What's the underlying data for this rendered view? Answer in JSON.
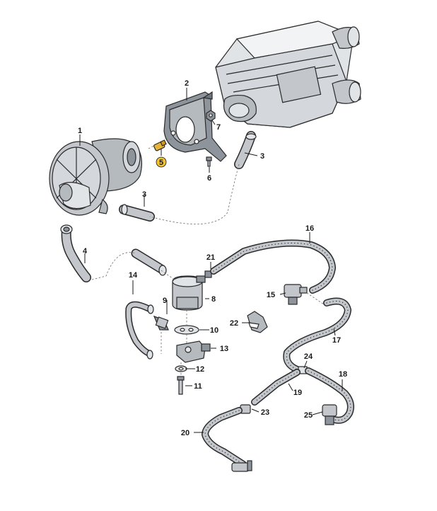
{
  "colors": {
    "part_fill": "#c3c7cc",
    "part_dark": "#8e949b",
    "part_light": "#e1e4e7",
    "outline": "#2a2a2a",
    "highlight_part": "#e5b53a",
    "highlight_callout": "#f0c232"
  },
  "callouts": [
    {
      "id": "1",
      "label": "1"
    },
    {
      "id": "2",
      "label": "2"
    },
    {
      "id": "3a",
      "label": "3"
    },
    {
      "id": "3b",
      "label": "3"
    },
    {
      "id": "4",
      "label": "4"
    },
    {
      "id": "5",
      "label": "5",
      "highlighted": true
    },
    {
      "id": "6",
      "label": "6"
    },
    {
      "id": "7",
      "label": "7"
    },
    {
      "id": "8",
      "label": "8"
    },
    {
      "id": "9",
      "label": "9"
    },
    {
      "id": "10",
      "label": "10"
    },
    {
      "id": "11",
      "label": "11"
    },
    {
      "id": "12",
      "label": "12"
    },
    {
      "id": "13",
      "label": "13"
    },
    {
      "id": "14",
      "label": "14"
    },
    {
      "id": "15",
      "label": "15"
    },
    {
      "id": "16",
      "label": "16"
    },
    {
      "id": "17",
      "label": "17"
    },
    {
      "id": "18",
      "label": "18"
    },
    {
      "id": "19",
      "label": "19"
    },
    {
      "id": "20",
      "label": "20"
    },
    {
      "id": "21",
      "label": "21"
    },
    {
      "id": "22",
      "label": "22"
    },
    {
      "id": "23",
      "label": "23"
    },
    {
      "id": "24",
      "label": "24"
    },
    {
      "id": "25",
      "label": "25"
    }
  ]
}
